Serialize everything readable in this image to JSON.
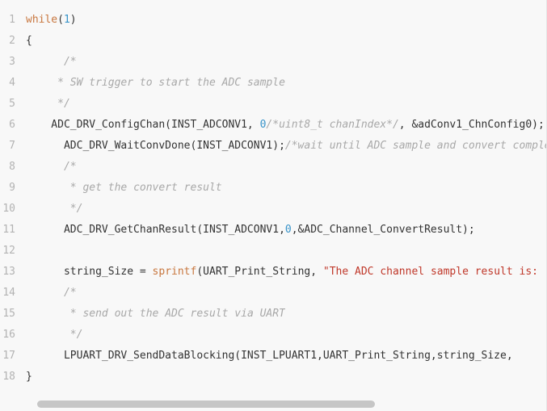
{
  "code": {
    "lines": [
      {
        "n": "1",
        "tokens": [
          {
            "t": "kw",
            "v": "while"
          },
          {
            "t": "pl",
            "v": "("
          },
          {
            "t": "num",
            "v": "1"
          },
          {
            "t": "pl",
            "v": ")"
          }
        ]
      },
      {
        "n": "2",
        "tokens": [
          {
            "t": "pl",
            "v": "{"
          }
        ]
      },
      {
        "n": "3",
        "tokens": [
          {
            "t": "pl",
            "v": "      "
          },
          {
            "t": "cm",
            "v": "/*"
          }
        ]
      },
      {
        "n": "4",
        "tokens": [
          {
            "t": "pl",
            "v": "     "
          },
          {
            "t": "cm",
            "v": "* SW trigger to start the ADC sample"
          }
        ]
      },
      {
        "n": "5",
        "tokens": [
          {
            "t": "pl",
            "v": "     "
          },
          {
            "t": "cm",
            "v": "*/"
          }
        ]
      },
      {
        "n": "6",
        "tokens": [
          {
            "t": "pl",
            "v": "    ADC_DRV_ConfigChan(INST_ADCONV1, "
          },
          {
            "t": "num",
            "v": "0"
          },
          {
            "t": "cm",
            "v": "/*uint8_t chanIndex*/"
          },
          {
            "t": "pl",
            "v": ", &adConv1_ChnConfig0);"
          }
        ]
      },
      {
        "n": "7",
        "tokens": [
          {
            "t": "pl",
            "v": "      ADC_DRV_WaitConvDone(INST_ADCONV1);"
          },
          {
            "t": "cm",
            "v": "/*wait until ADC sample and convert complete*/"
          }
        ]
      },
      {
        "n": "8",
        "tokens": [
          {
            "t": "pl",
            "v": "      "
          },
          {
            "t": "cm",
            "v": "/*"
          }
        ]
      },
      {
        "n": "9",
        "tokens": [
          {
            "t": "pl",
            "v": "       "
          },
          {
            "t": "cm",
            "v": "* get the convert result"
          }
        ]
      },
      {
        "n": "10",
        "tokens": [
          {
            "t": "pl",
            "v": "       "
          },
          {
            "t": "cm",
            "v": "*/"
          }
        ]
      },
      {
        "n": "11",
        "tokens": [
          {
            "t": "pl",
            "v": "      ADC_DRV_GetChanResult(INST_ADCONV1,"
          },
          {
            "t": "num",
            "v": "0"
          },
          {
            "t": "pl",
            "v": ",&ADC_Channel_ConvertResult);"
          }
        ]
      },
      {
        "n": "12",
        "tokens": []
      },
      {
        "n": "13",
        "tokens": [
          {
            "t": "pl",
            "v": "      string_Size = "
          },
          {
            "t": "fn",
            "v": "sprintf"
          },
          {
            "t": "pl",
            "v": "(UART_Print_String, "
          },
          {
            "t": "str",
            "v": "\"The ADC channel sample result is:"
          }
        ]
      },
      {
        "n": "14",
        "tokens": [
          {
            "t": "pl",
            "v": "      "
          },
          {
            "t": "cm",
            "v": "/*"
          }
        ]
      },
      {
        "n": "15",
        "tokens": [
          {
            "t": "pl",
            "v": "       "
          },
          {
            "t": "cm",
            "v": "* send out the ADC result via UART"
          }
        ]
      },
      {
        "n": "16",
        "tokens": [
          {
            "t": "pl",
            "v": "       "
          },
          {
            "t": "cm",
            "v": "*/"
          }
        ]
      },
      {
        "n": "17",
        "tokens": [
          {
            "t": "pl",
            "v": "      LPUART_DRV_SendDataBlocking(INST_LPUART1,UART_Print_String,string_Size,"
          }
        ]
      },
      {
        "n": "18",
        "tokens": [
          {
            "t": "pl",
            "v": "}"
          }
        ]
      }
    ]
  }
}
